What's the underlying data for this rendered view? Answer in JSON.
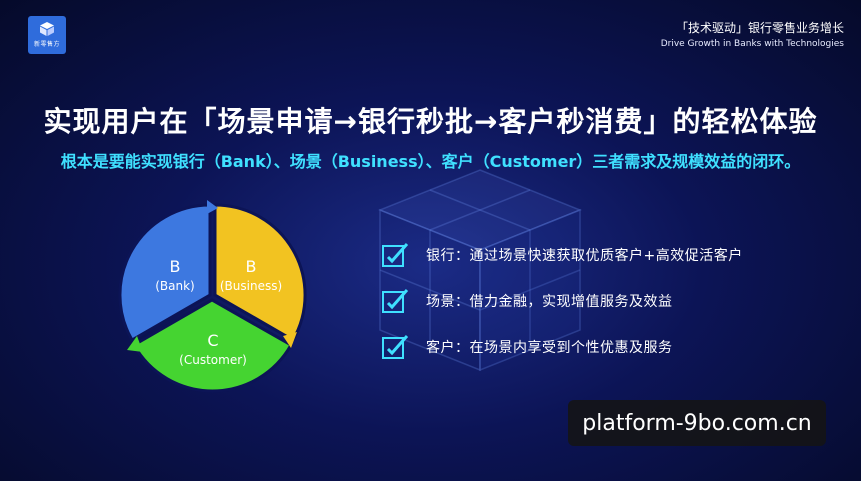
{
  "logo": {
    "text": "新零售方",
    "icon": "cube-logo-icon"
  },
  "brand": {
    "title_cn": "「技术驱动」银行零售业务增长",
    "title_en": "Drive Growth in Banks with Technologies"
  },
  "headline": "实现用户在「场景申请→银行秒批→客户秒消费」的轻松体验",
  "subline": "根本是要能实现银行（Bank）、场景（Business）、客户（Customer）三者需求及规模效益的闭环。",
  "cycle": {
    "segments": [
      {
        "letter": "B",
        "label": "(Bank)",
        "color": "#3d78e0"
      },
      {
        "letter": "B",
        "label": "(Business)",
        "color": "#f2c321"
      },
      {
        "letter": "C",
        "label": "(Customer)",
        "color": "#45d431"
      }
    ]
  },
  "items": [
    {
      "icon": "check-pen-icon",
      "text": "银行：通过场景快速获取优质客户+高效促活客户"
    },
    {
      "icon": "check-pen-icon",
      "text": "场景：借力金融，实现增值服务及效益"
    },
    {
      "icon": "check-pen-icon",
      "text": "客户：在场景内享受到个性优惠及服务"
    }
  ],
  "watermark": "platform-9bo.com.cn",
  "colors": {
    "accent": "#3fe0ff",
    "background": "#0c1456"
  }
}
